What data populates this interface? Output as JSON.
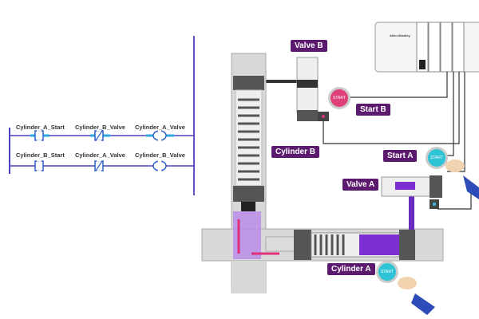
{
  "ladder": {
    "rungs": [
      {
        "contact1": "Cylinder_A_Start",
        "contact2": "Cylinder_B_Valve",
        "coil": "Cylinder_A_Valve"
      },
      {
        "contact1": "Cylinder_B_Start",
        "contact2": "Cylinder_A_Valve",
        "coil": "Cylinder_B_Valve"
      }
    ]
  },
  "labels": {
    "valve_b": "Valve B",
    "start_b": "Start B",
    "cylinder_b": "Cylinder B",
    "start_a": "Start A",
    "valve_a": "Valve A",
    "cylinder_a": "Cylinder A"
  },
  "buttons": {
    "start_text": "START"
  },
  "plc": {
    "brand": "Allen-Bradley"
  },
  "colors": {
    "label_bg": "#5b1a6e",
    "rail": "#4a3fc0",
    "energized": "#2aa9e0",
    "start_a": "#2ec4d6",
    "start_b": "#e0407a",
    "fluid": "#7b2fd0"
  }
}
